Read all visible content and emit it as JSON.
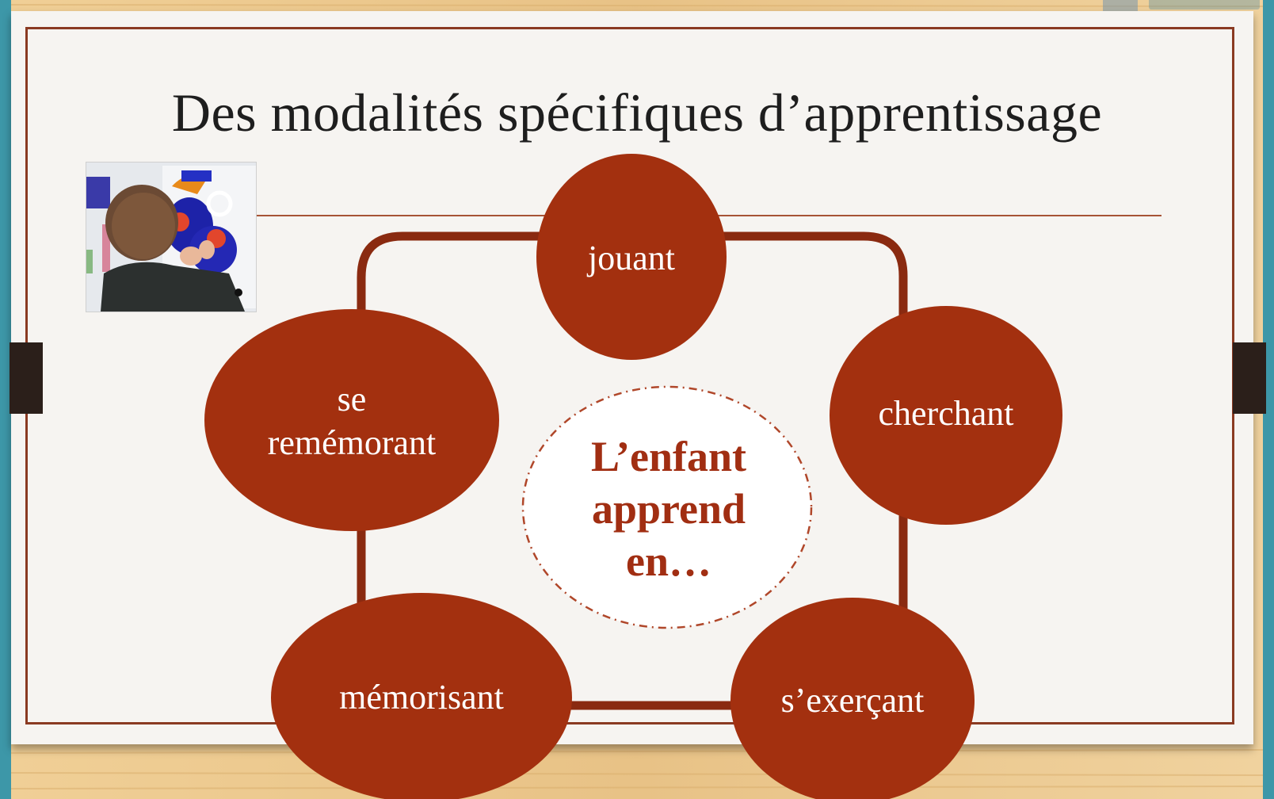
{
  "slide": {
    "title": "Des modalités spécifiques d’apprentissage"
  },
  "photo": {
    "alt": "enfant collant des formes découpées"
  },
  "diagram": {
    "center": {
      "line1": "L’enfant",
      "line2": "apprend",
      "line3": "en…"
    },
    "nodes": [
      {
        "id": "jouant",
        "label": "jouant"
      },
      {
        "id": "cherchant",
        "label": "cherchant"
      },
      {
        "id": "sexercant",
        "label": "s’exerçant"
      },
      {
        "id": "memorisant",
        "label": "mémorisant"
      },
      {
        "id": "seremerant",
        "line1": "se",
        "line2": "remémorant"
      }
    ]
  },
  "colors": {
    "node_fill": "#a3300f",
    "frame_stroke": "#8a2a10",
    "title_color": "#1e1e1e",
    "accent_rule": "#a65436",
    "center_text": "#a12e12",
    "teal_background": "#3d97a8",
    "wood_background": "#e8c68a"
  }
}
